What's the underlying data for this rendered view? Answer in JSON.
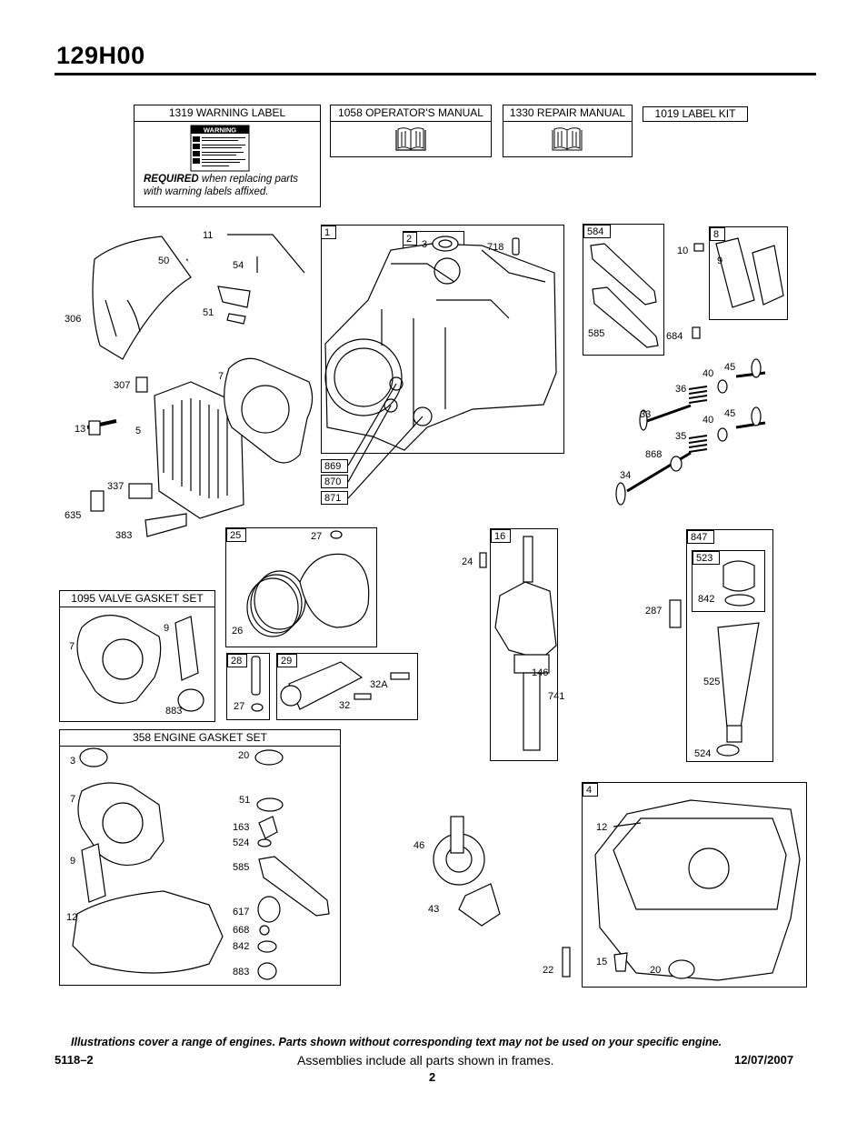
{
  "header": {
    "model": "129H00"
  },
  "top_boxes": {
    "warning_label": {
      "title": "1319 WARNING LABEL",
      "icon_text": "WARNING",
      "required": "REQUIRED",
      "required_rest": " when replacing parts with warning labels affixed."
    },
    "operators_manual": {
      "title": "1058 OPERATOR'S MANUAL"
    },
    "repair_manual": {
      "title": "1330 REPAIR MANUAL"
    },
    "label_kit": {
      "title": "1019 LABEL KIT"
    }
  },
  "kits": {
    "valve_gasket_set": "1095 VALVE GASKET SET",
    "engine_gasket_set": "358 ENGINE GASKET SET"
  },
  "frame_tags": {
    "f1": "1",
    "f2": "2",
    "f584": "584",
    "f8": "8",
    "f25": "25",
    "f28": "28",
    "f29": "29",
    "f16": "16",
    "f847": "847",
    "f523": "523",
    "f4": "4",
    "t869": "869",
    "t870": "870",
    "t871": "871"
  },
  "callouts": {
    "c11": "11",
    "c50": "50",
    "c54": "54",
    "c51": "51",
    "c306": "306",
    "c307": "307",
    "c7": "7",
    "c13": "13",
    "c5": "5",
    "c337": "337",
    "c635": "635",
    "c383": "383",
    "c3": "3",
    "c718": "718",
    "c10": "10",
    "c9": "9",
    "c585": "585",
    "c684": "684",
    "c40a": "40",
    "c45a": "45",
    "c36": "36",
    "c40b": "40",
    "c45b": "45",
    "c33": "33",
    "c35": "35",
    "c868": "868",
    "c34": "34",
    "c27a": "27",
    "c26": "26",
    "c27b": "27",
    "c32a": "32A",
    "c32": "32",
    "c24": "24",
    "c146": "146",
    "c741": "741",
    "c287": "287",
    "c842": "842",
    "c525": "525",
    "c524": "524",
    "vg7": "7",
    "vg9": "9",
    "vg883": "883",
    "eg3": "3",
    "eg20": "20",
    "eg7": "7",
    "eg51": "51",
    "eg163": "163",
    "eg524": "524",
    "eg9": "9",
    "eg585": "585",
    "eg12": "12",
    "eg617": "617",
    "eg668": "668",
    "eg842": "842",
    "eg883": "883",
    "c46": "46",
    "c43": "43",
    "c22": "22",
    "c12": "12",
    "c15": "15",
    "c20": "20"
  },
  "footer": {
    "note": "Illustrations cover a range of engines. Parts shown without corresponding text may not be used on your specific engine.",
    "doc_number": "5118–2",
    "assemblies": "Assemblies include all parts shown in frames.",
    "date": "12/07/2007",
    "page": "2"
  }
}
